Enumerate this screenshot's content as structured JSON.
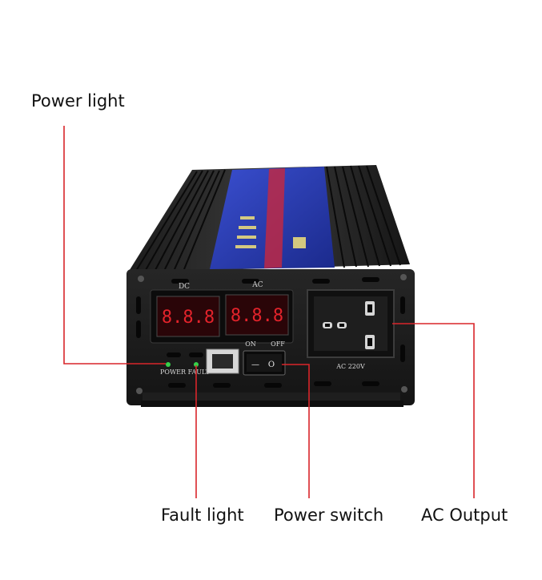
{
  "callouts": {
    "power_light": "Power light",
    "fault_light": "Fault light",
    "power_switch": "Power switch",
    "ac_output": "AC Output"
  },
  "panel": {
    "dc_label": "DC",
    "ac_label": "AC",
    "dc_display": "8.8.8",
    "ac_display": "8.8.8",
    "on_label": "ON",
    "off_label": "OFF",
    "switch_on_symbol": "—",
    "switch_off_symbol": "O",
    "led_labels": "POWER FAULT",
    "socket_label": "AC 220V"
  },
  "colors": {
    "callout_line": "#d9252a",
    "display_digits": "#e3232b",
    "led": "#37d14a",
    "label_sticker": "#2a3fb0",
    "housing": "#1a1a1a"
  }
}
